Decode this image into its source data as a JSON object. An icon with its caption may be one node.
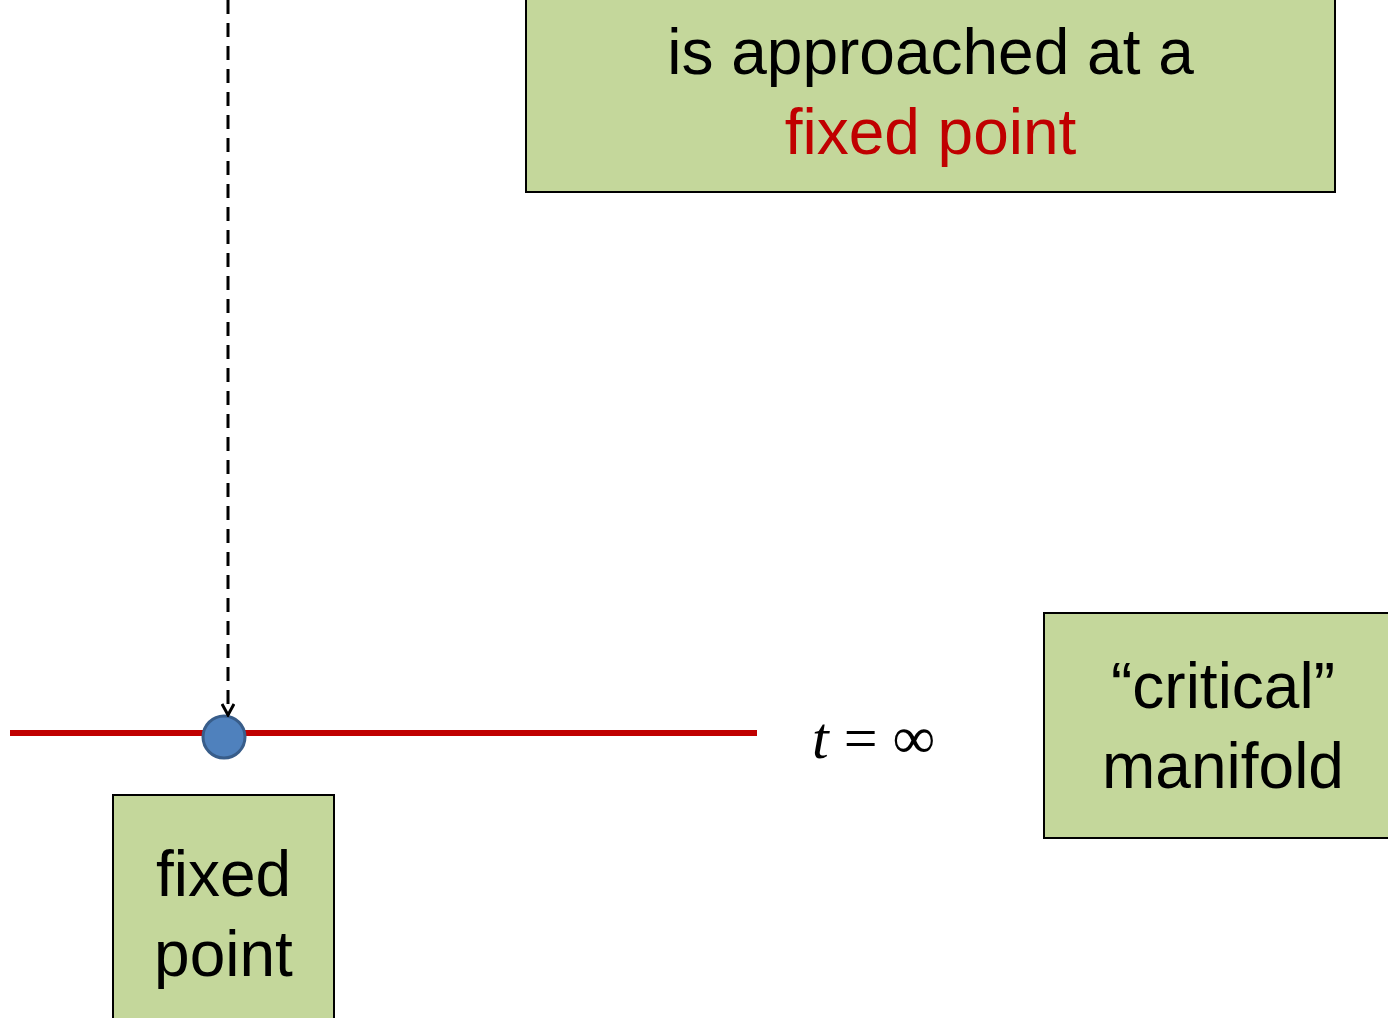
{
  "diagram": {
    "nodes": [
      {
        "text": [
          "is approached at a",
          "fixed point"
        ]
      },
      {
        "text": [],
        "shape": "circle"
      },
      {
        "text": [
          "fixed point"
        ]
      },
      {
        "text": [
          "“critical” manifold"
        ]
      }
    ],
    "edges": [
      {
        "from": null,
        "to": 1,
        "arrow": "to",
        "style": "dashed"
      }
    ],
    "labels": [
      "*t* = ∞"
    ]
  }
}
